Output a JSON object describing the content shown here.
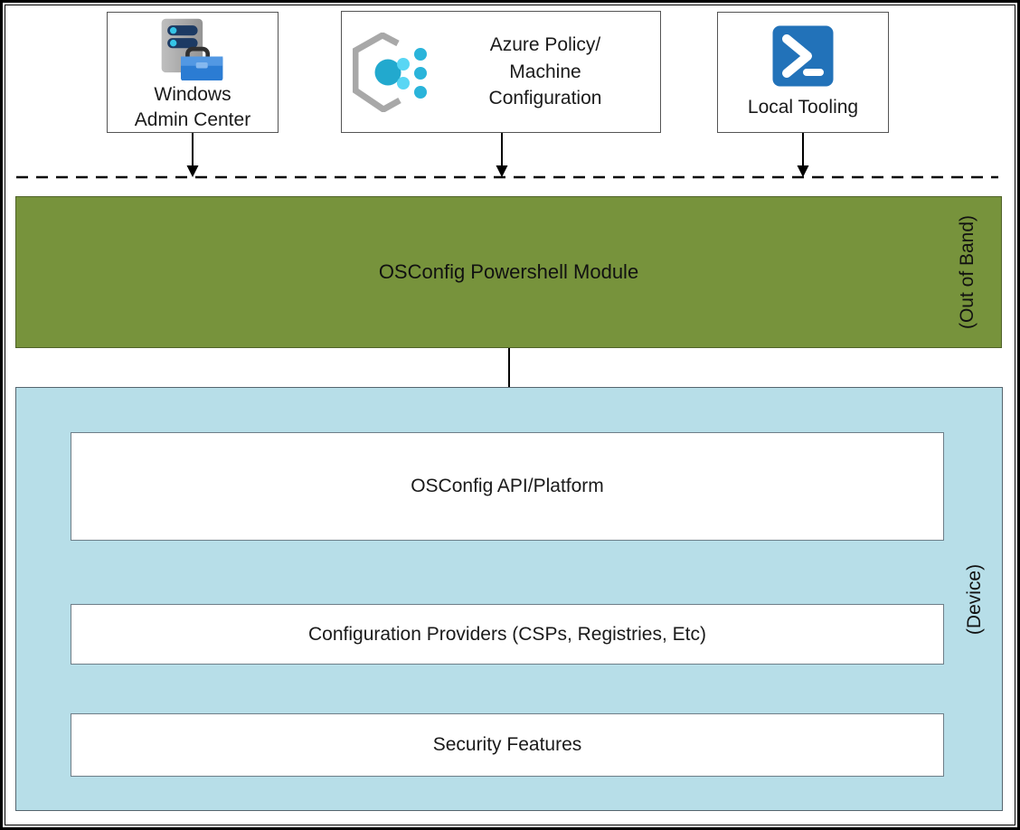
{
  "colors": {
    "out_of_band_green": "#77933c",
    "device_blue": "#b7dee8",
    "powershell_blue": "#2272b9",
    "toolbox_blue": "#2b7cd3",
    "azure_teal": "#29b3d8"
  },
  "sources": {
    "windows_admin_center": {
      "label": "Windows\nAdmin Center"
    },
    "azure_policy": {
      "label": "Azure Policy/\nMachine\nConfiguration"
    },
    "local_tooling": {
      "label": "Local Tooling"
    }
  },
  "out_of_band": {
    "module_label": "OSConfig Powershell Module",
    "side_label": "(Out of Band)"
  },
  "device": {
    "side_label": "(Device)",
    "layers": [
      {
        "label": "OSConfig API/Platform"
      },
      {
        "label": "Configuration Providers (CSPs, Registries, Etc)"
      },
      {
        "label": "Security Features"
      }
    ]
  }
}
